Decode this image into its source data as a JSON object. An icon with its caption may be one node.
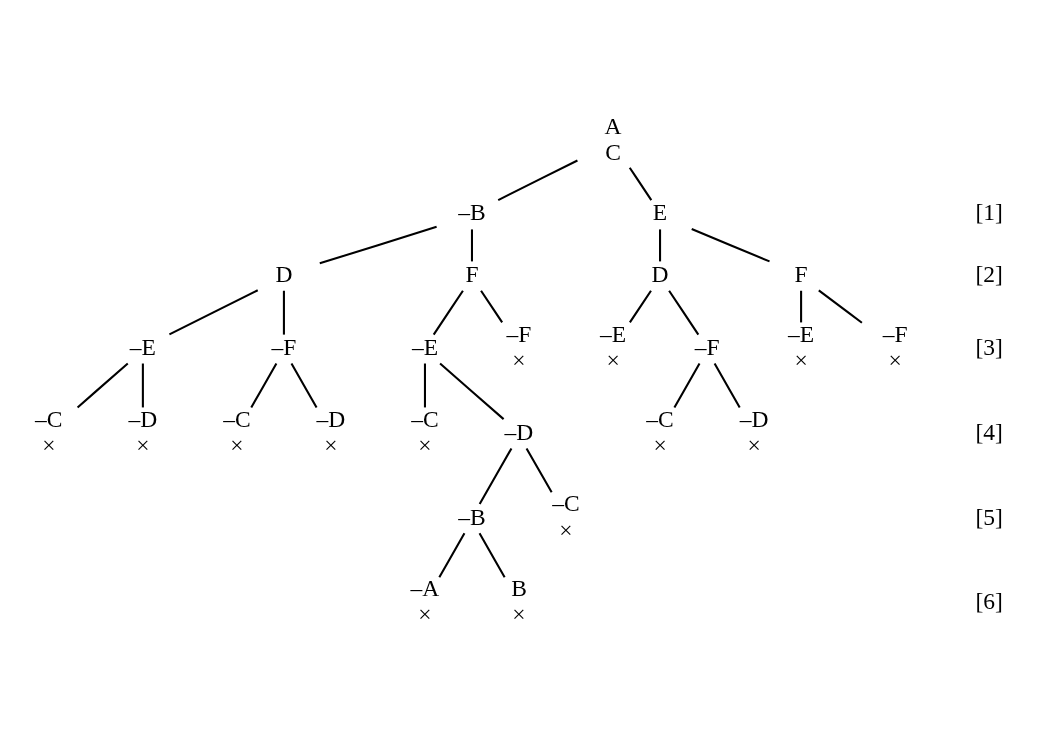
{
  "diagram": {
    "nodes": [
      {
        "text": [
          "A",
          "C"
        ]
      },
      {
        "text": [
          "–B"
        ]
      },
      {
        "text": [
          "E"
        ]
      },
      {
        "text": [
          "D"
        ]
      },
      {
        "text": [
          "F"
        ]
      },
      {
        "text": [
          "–E"
        ]
      },
      {
        "text": [
          "–F"
        ]
      },
      {
        "text": [
          "–C"
        ],
        "beside": [
          "×"
        ]
      },
      {
        "text": [
          "–D"
        ],
        "beside": [
          "×"
        ]
      },
      {
        "text": [
          "–C"
        ],
        "beside": [
          "×"
        ]
      },
      {
        "text": [
          "–D"
        ],
        "beside": [
          "×"
        ]
      },
      {
        "text": [
          "–E"
        ]
      },
      {
        "text": [
          "–F"
        ],
        "beside": [
          "×"
        ]
      },
      {
        "text": [
          "–C"
        ],
        "beside": [
          "×"
        ]
      },
      {
        "text": [
          "–D"
        ]
      },
      {
        "text": [
          "–B"
        ]
      },
      {
        "text": [
          "–C"
        ],
        "beside": [
          "×"
        ]
      },
      {
        "text": [
          "–A"
        ],
        "beside": [
          "×"
        ]
      },
      {
        "text": [
          "B"
        ],
        "beside": [
          "×"
        ]
      },
      {
        "text": [
          "D"
        ]
      },
      {
        "text": [
          "F"
        ]
      },
      {
        "text": [
          "–E"
        ],
        "beside": [
          "×"
        ]
      },
      {
        "text": [
          "–F"
        ]
      },
      {
        "text": [
          "–C"
        ],
        "beside": [
          "×"
        ]
      },
      {
        "text": [
          "–D"
        ],
        "beside": [
          "×"
        ]
      },
      {
        "text": [
          "–E"
        ],
        "beside": [
          "×"
        ]
      },
      {
        "text": [
          "–F"
        ],
        "beside": [
          "×"
        ]
      }
    ],
    "edges": [
      {
        "from": 0,
        "to": 1,
        "arrow": "none"
      },
      {
        "from": 0,
        "to": 2,
        "arrow": "none"
      },
      {
        "from": 1,
        "to": 3,
        "arrow": "none"
      },
      {
        "from": 1,
        "to": 4,
        "arrow": "none"
      },
      {
        "from": 3,
        "to": 5,
        "arrow": "none"
      },
      {
        "from": 3,
        "to": 6,
        "arrow": "none"
      },
      {
        "from": 5,
        "to": 7,
        "arrow": "none"
      },
      {
        "from": 5,
        "to": 8,
        "arrow": "none"
      },
      {
        "from": 6,
        "to": 9,
        "arrow": "none"
      },
      {
        "from": 6,
        "to": 10,
        "arrow": "none"
      },
      {
        "from": 4,
        "to": 11,
        "arrow": "none"
      },
      {
        "from": 4,
        "to": 12,
        "arrow": "none"
      },
      {
        "from": 11,
        "to": 13,
        "arrow": "none"
      },
      {
        "from": 11,
        "to": 14,
        "arrow": "none"
      },
      {
        "from": 14,
        "to": 15,
        "arrow": "none"
      },
      {
        "from": 14,
        "to": 16,
        "arrow": "none"
      },
      {
        "from": 15,
        "to": 17,
        "arrow": "none"
      },
      {
        "from": 15,
        "to": 18,
        "arrow": "none"
      },
      {
        "from": 2,
        "to": 19,
        "arrow": "none"
      },
      {
        "from": 2,
        "to": 20,
        "arrow": "none"
      },
      {
        "from": 19,
        "to": 21,
        "arrow": "none"
      },
      {
        "from": 19,
        "to": 22,
        "arrow": "none"
      },
      {
        "from": 22,
        "to": 23,
        "arrow": "none"
      },
      {
        "from": 22,
        "to": 24,
        "arrow": "none"
      },
      {
        "from": 20,
        "to": 25,
        "arrow": "none"
      },
      {
        "from": 20,
        "to": 26,
        "arrow": "none"
      }
    ],
    "labels": [
      "[1]",
      "[2]",
      "[3]",
      "[4]",
      "[5]",
      "[6]"
    ]
  }
}
